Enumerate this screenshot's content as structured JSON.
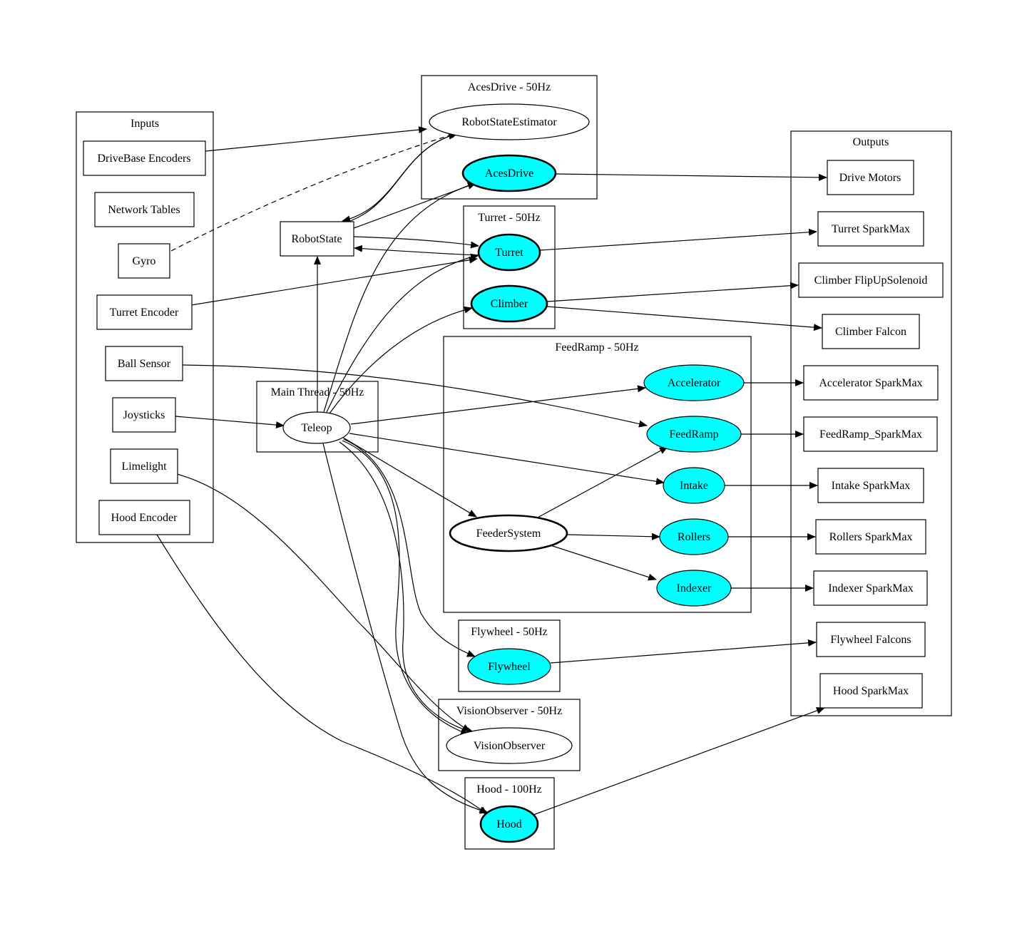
{
  "colors": {
    "fill_active": "#00ffff",
    "fill_plain": "#ffffff",
    "stroke": "#000000"
  },
  "clusters": {
    "inputs": "Inputs",
    "acesdrive": "AcesDrive - 50Hz",
    "outputs": "Outputs",
    "turret": "Turret - 50Hz",
    "feedramp": "FeedRamp - 50Hz",
    "main": "Main Thread - 50Hz",
    "flywheel": "Flywheel - 50Hz",
    "vision": "VisionObserver - 50Hz",
    "hood": "Hood - 100Hz"
  },
  "inputs": {
    "drivebase_encoders": "DriveBase Encoders",
    "network_tables": "Network Tables",
    "gyro": "Gyro",
    "turret_encoder": "Turret Encoder",
    "ball_sensor": "Ball Sensor",
    "joysticks": "Joysticks",
    "limelight": "Limelight",
    "hood_encoder": "Hood Encoder"
  },
  "nodes": {
    "robot_state": "RobotState",
    "robot_state_estimator": "RobotStateEstimator",
    "aces_drive": "AcesDrive",
    "turret": "Turret",
    "climber": "Climber",
    "accelerator": "Accelerator",
    "feed_ramp": "FeedRamp",
    "intake": "Intake",
    "rollers": "Rollers",
    "indexer": "Indexer",
    "feeder_system": "FeederSystem",
    "teleop": "Teleop",
    "flywheel": "Flywheel",
    "vision_observer": "VisionObserver",
    "hood": "Hood"
  },
  "outputs": {
    "drive_motors": "Drive Motors",
    "turret_sparkmax": "Turret SparkMax",
    "climber_flipup": "Climber FlipUpSolenoid",
    "climber_falcon": "Climber Falcon",
    "accelerator_sparkmax": "Accelerator SparkMax",
    "feedramp_sparkmax": "FeedRamp_SparkMax",
    "intake_sparkmax": "Intake SparkMax",
    "rollers_sparkmax": "Rollers SparkMax",
    "indexer_sparkmax": "Indexer SparkMax",
    "flywheel_falcons": "Flywheel Falcons",
    "hood_sparkmax": "Hood SparkMax"
  }
}
